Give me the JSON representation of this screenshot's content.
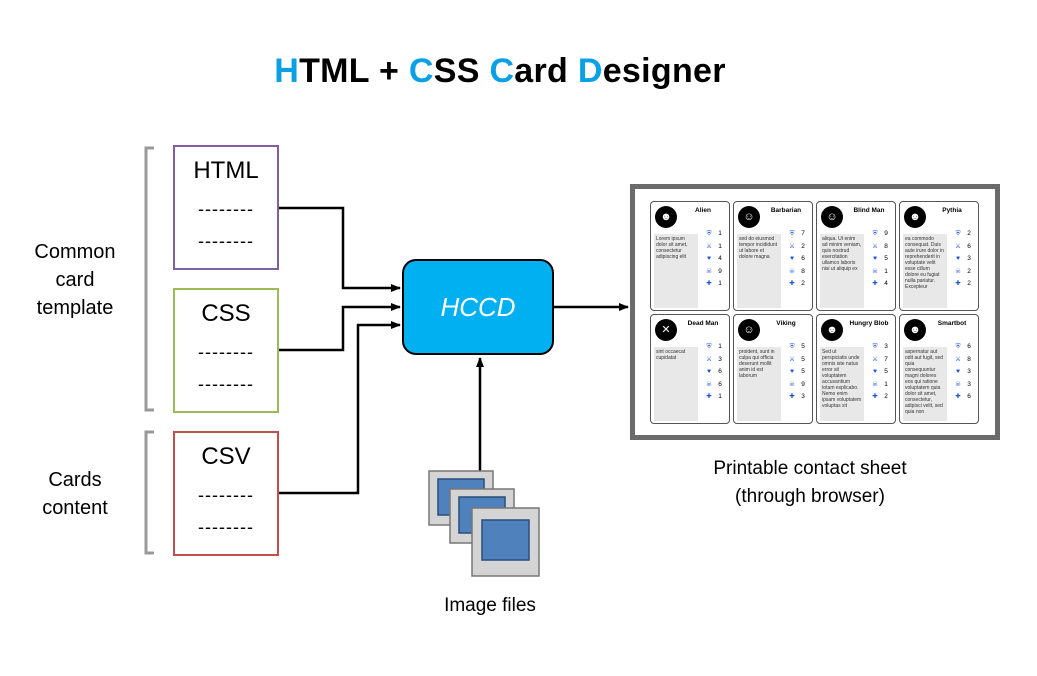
{
  "title": {
    "letters": [
      {
        "text": "H",
        "accent": true
      },
      {
        "text": "TML + ",
        "accent": false
      },
      {
        "text": "C",
        "accent": true
      },
      {
        "text": "SS ",
        "accent": false
      },
      {
        "text": "C",
        "accent": true
      },
      {
        "text": "ard ",
        "accent": false
      },
      {
        "text": "D",
        "accent": true
      },
      {
        "text": "esigner",
        "accent": false
      }
    ]
  },
  "colors": {
    "accent": "#0aa0e6",
    "hccd_fill": "#00b0f0",
    "html_border": "#8060a0",
    "css_border": "#9bbb59",
    "csv_border": "#c0504d",
    "stat_icon": "#1e4fd8"
  },
  "inputs": {
    "html": {
      "label": "HTML",
      "line1": "--------",
      "line2": "--------"
    },
    "css": {
      "label": "CSS",
      "line1": "--------",
      "line2": "--------"
    },
    "csv": {
      "label": "CSV",
      "line1": "--------",
      "line2": "--------"
    }
  },
  "groups": {
    "template": {
      "line1": "Common",
      "line2": "card",
      "line3": "template"
    },
    "content": {
      "line1": "Cards",
      "line2": "content"
    }
  },
  "hccd": "HCCD",
  "image_files": "Image files",
  "contact_sheet": {
    "line1": "Printable contact sheet",
    "line2": "(through browser)"
  },
  "stat_icons": [
    "shield-icon",
    "swords-icon",
    "heart-icon",
    "skull-icon",
    "cross-icon"
  ],
  "cards": [
    {
      "name": "Alien",
      "icon": "alien-icon",
      "glyph": "☻",
      "text": "Lorem ipsum dolor sit amet, consectetur adipiscing elit",
      "stats": [
        "1",
        "1",
        "4",
        "9",
        "1"
      ]
    },
    {
      "name": "Barbarian",
      "icon": "barbarian-icon",
      "glyph": "☺",
      "text": "sed do eiusmod tempor incididunt ut labore et dolore magna",
      "stats": [
        "7",
        "2",
        "6",
        "8",
        "2"
      ]
    },
    {
      "name": "Blind Man",
      "icon": "blind-man-icon",
      "glyph": "☺",
      "text": "aliqua. Ut enim ad minim veniam, quis nostrud exercitation ullamco laboris nisi ut aliquip ex",
      "stats": [
        "9",
        "8",
        "5",
        "1",
        "4"
      ]
    },
    {
      "name": "Pythia",
      "icon": "pythia-icon",
      "glyph": "☻",
      "text": "ea commodo consequat. Duis aute irure dolor in reprehenderit in voluptate velit esse cillum dolore eu fugiat nulla pariatur. Excepteur",
      "stats": [
        "2",
        "6",
        "3",
        "2",
        "2"
      ]
    },
    {
      "name": "Dead Man",
      "icon": "dead-man-icon",
      "glyph": "✕",
      "text": "sint occaecat cupidatat",
      "stats": [
        "1",
        "3",
        "6",
        "6",
        "1"
      ]
    },
    {
      "name": "Viking",
      "icon": "viking-icon",
      "glyph": "☺",
      "text": "proident, sunt in culpa qui officia deserunt mollit anim id est laborum",
      "stats": [
        "5",
        "5",
        "5",
        "9",
        "3"
      ]
    },
    {
      "name": "Hungry Blob",
      "icon": "hungry-blob-icon",
      "glyph": "☻",
      "text": "Sed ut perspiciatis unde omnis iste natus error sit voluptatem accusantium totam explicabo. Nemo enim ipsam voluptatem voluptas sit",
      "stats": [
        "3",
        "7",
        "5",
        "1",
        "2"
      ]
    },
    {
      "name": "Smartbot",
      "icon": "smartbot-icon",
      "glyph": "☻",
      "text": "aspernatur aut odit aut fugit, sed quia consequuntur magni dolores eos qui ratione voluptatem quia dolor sit amet, consectetur, adipisci velit, sed quia non",
      "stats": [
        "6",
        "8",
        "3",
        "3",
        "6"
      ]
    }
  ]
}
